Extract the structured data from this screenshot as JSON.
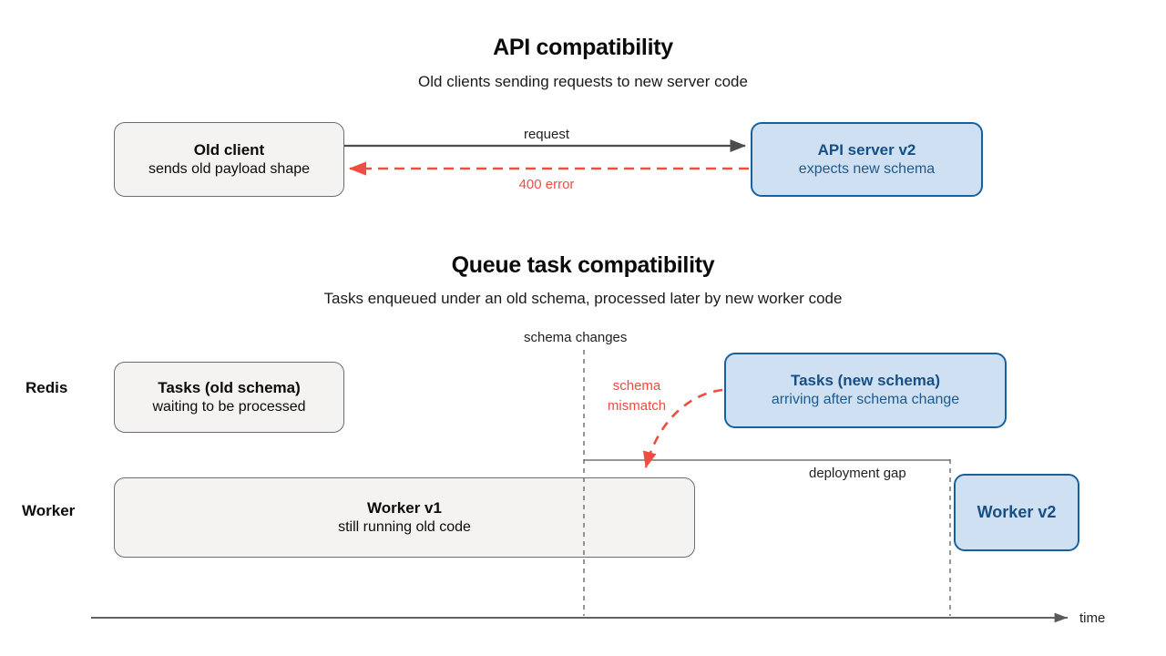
{
  "sections": [
    {
      "id": "api",
      "title": "API compatibility",
      "subtitle": "Old clients sending requests to new server code"
    },
    {
      "id": "queue",
      "title": "Queue task compatibility",
      "subtitle": "Tasks enqueued under an old schema, processed later by new worker code"
    }
  ],
  "api_diagram": {
    "old_client": {
      "title": "Old client",
      "detail": "sends old payload shape"
    },
    "api_server": {
      "title": "API server v2",
      "detail": "expects new schema"
    },
    "request_label": "request",
    "error_label": "400 error"
  },
  "queue_diagram": {
    "lanes": [
      {
        "label": "Redis"
      },
      {
        "label": "Worker"
      }
    ],
    "tasks_old": {
      "title": "Tasks (old schema)",
      "detail": "waiting to be processed"
    },
    "tasks_new": {
      "title": "Tasks (new schema)",
      "detail": "arriving after schema change"
    },
    "worker_v1": {
      "title": "Worker v1",
      "detail": "still running old code"
    },
    "worker_v2": {
      "title": "Worker v2",
      "detail": ""
    },
    "schema_changes_label": "schema changes",
    "schema_mismatch_label": "schema\nmismatch",
    "schema_mismatch_line1": "schema",
    "schema_mismatch_line2": "mismatch",
    "deployment_gap_label": "deployment gap",
    "time_axis_label": "time"
  },
  "colors": {
    "blue_fill": "#cfe0f2",
    "blue_stroke": "#15629f",
    "blue_text": "#174f86",
    "gray_fill": "#f4f3f1",
    "gray_stroke": "#6d6d6d",
    "red": "#ef4d42",
    "arrow_gray": "#4d4d4d",
    "background": "#ffffff"
  }
}
